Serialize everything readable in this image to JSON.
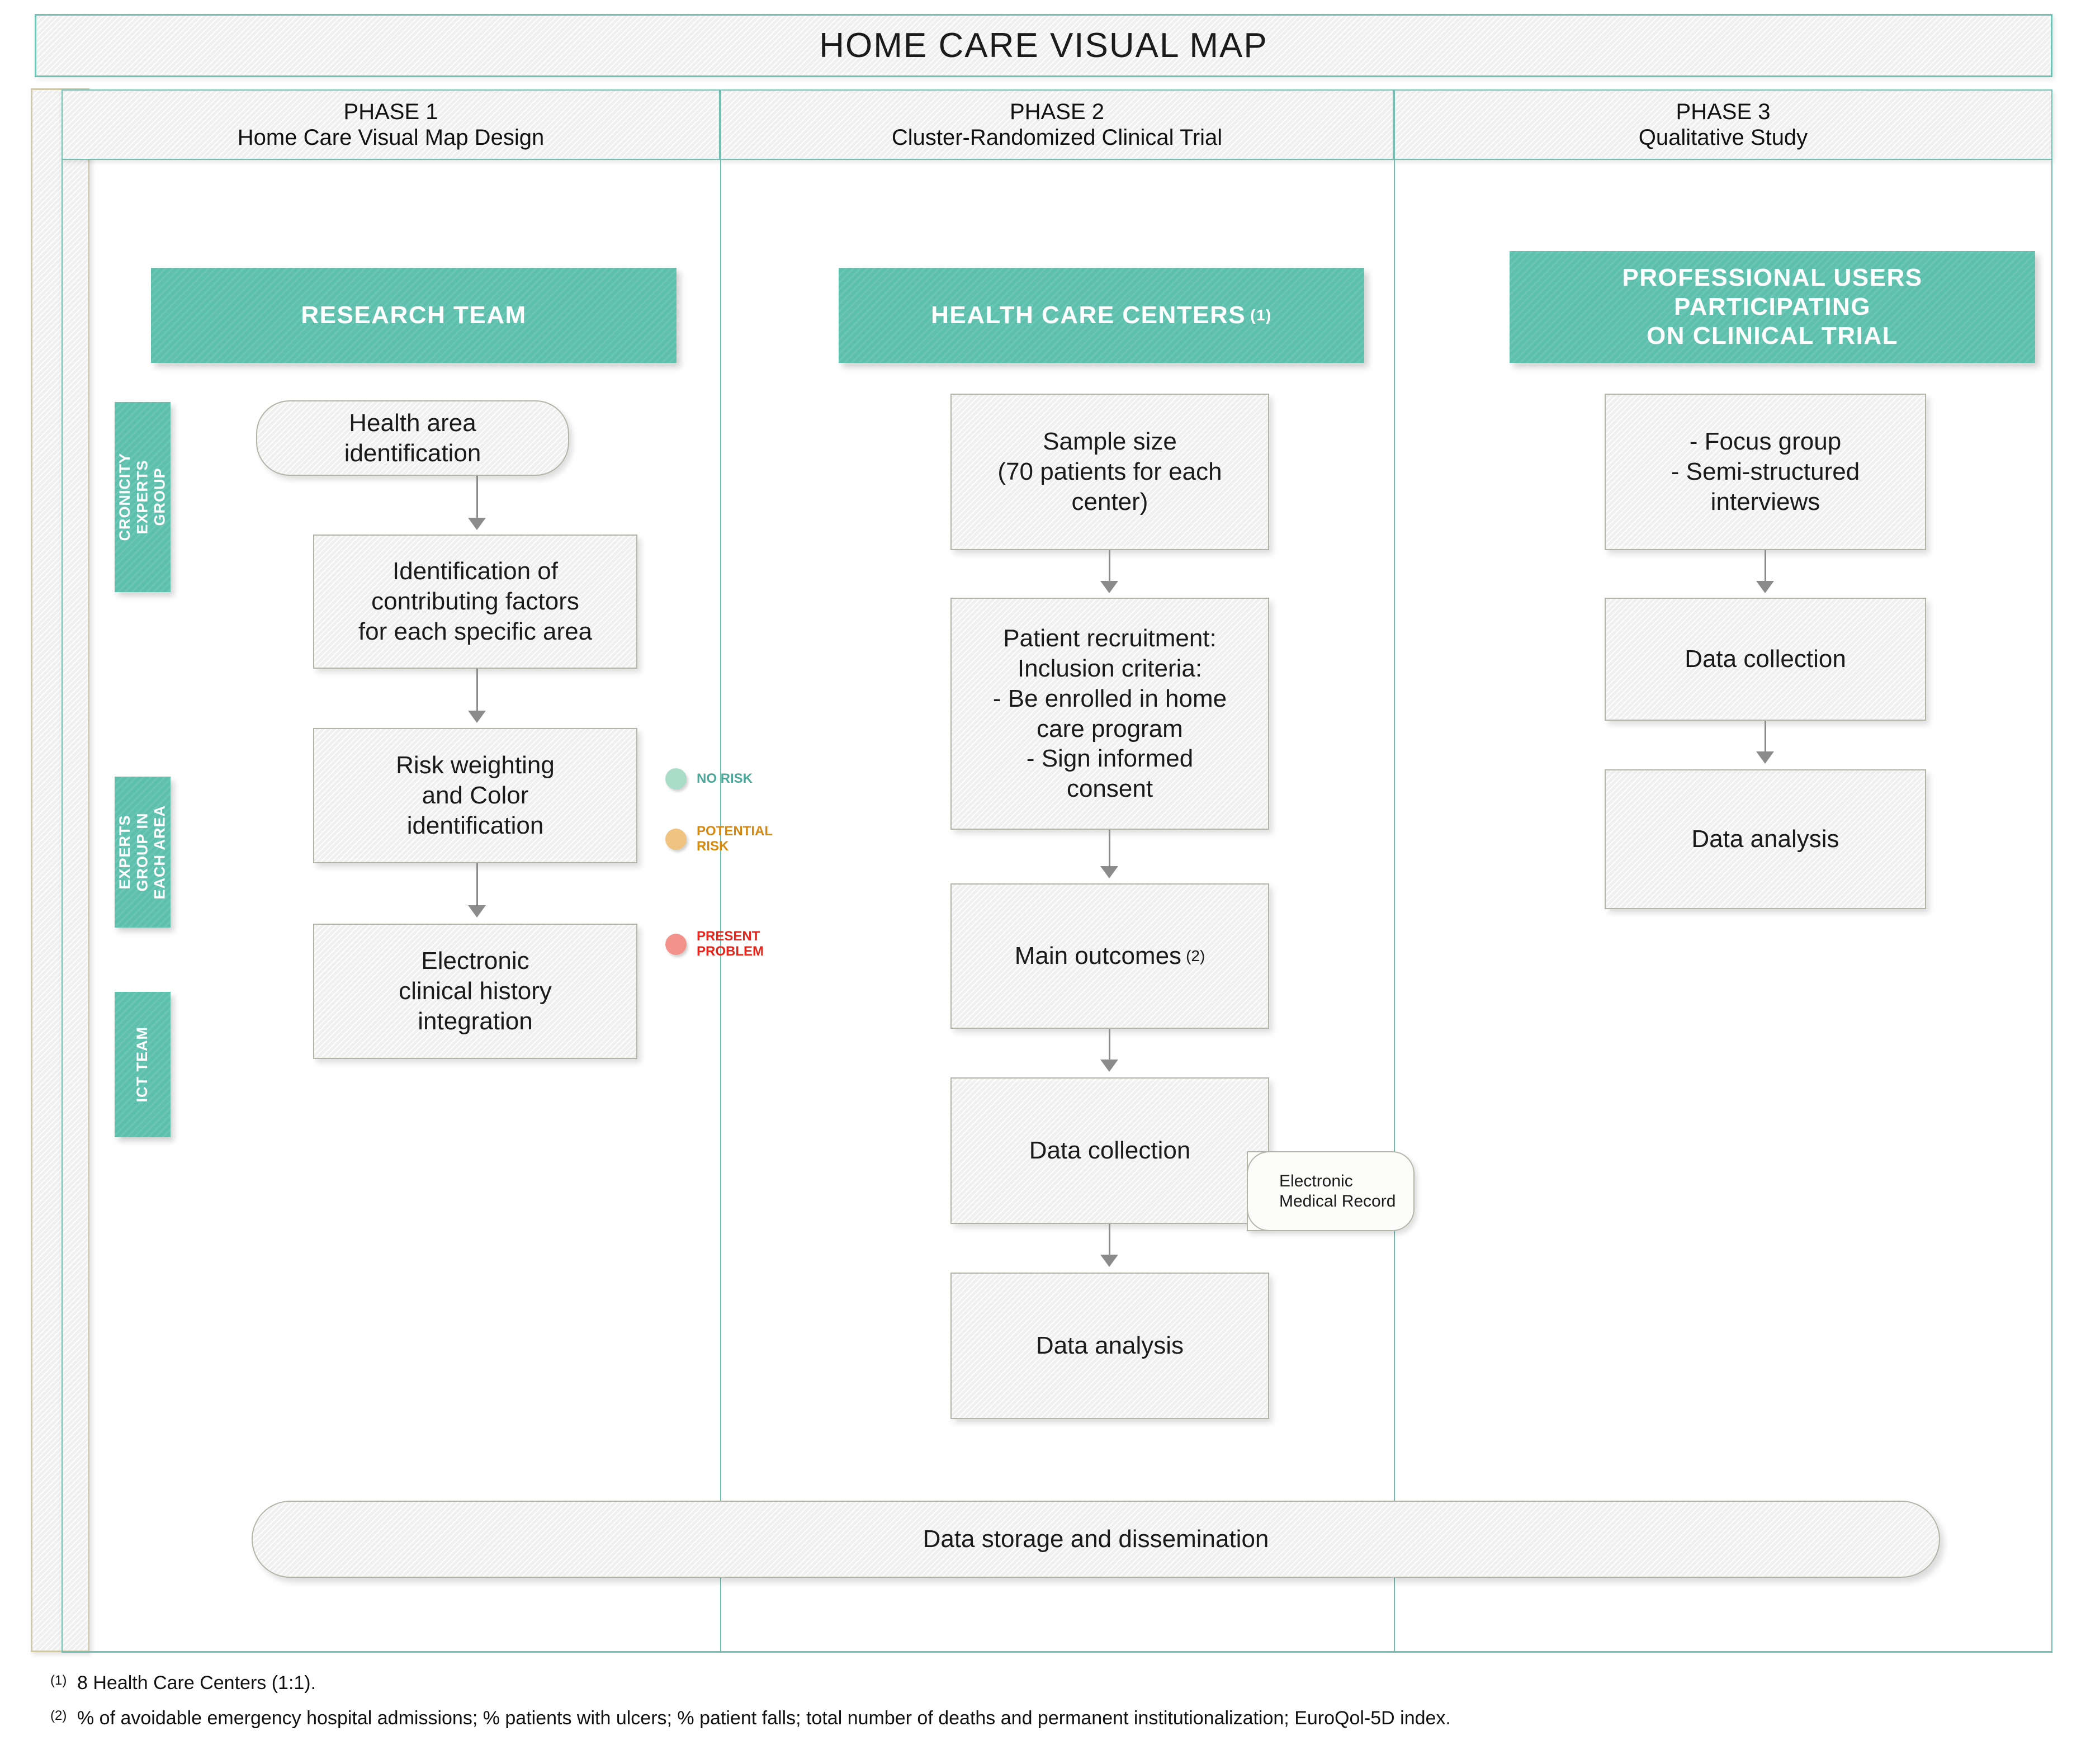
{
  "title": "HOME CARE VISUAL MAP",
  "phases": [
    {
      "number": "PHASE 1",
      "name": "Home Care Visual Map Design"
    },
    {
      "number": "PHASE 2",
      "name": "Cluster-Randomized Clinical Trial"
    },
    {
      "number": "PHASE 3",
      "name": "Qualitative Study"
    }
  ],
  "phase1": {
    "group_header": "RESEARCH TEAM",
    "side_labels": [
      "CRONICITY\nEXPERTS\nGROUP",
      "EXPERTS\nGROUP IN\nEACH AREA",
      "ICT TEAM"
    ],
    "steps": [
      "Health area\nidentification",
      "Identification of\ncontributing factors\nfor each specific area",
      "Risk weighting\nand Color\nidentification",
      "Electronic\nclinical history\nintegration"
    ],
    "legend": {
      "title": "risk-color-legend",
      "items": [
        {
          "label": "NO RISK",
          "dot_color": "#a8dcc6",
          "text_color": "#4aa99a"
        },
        {
          "label": "POTENTIAL\nRISK",
          "dot_color": "#f0c381",
          "text_color": "#d68910"
        },
        {
          "label": "PRESENT\nPROBLEM",
          "dot_color": "#f2928b",
          "text_color": "#e8241a"
        }
      ]
    }
  },
  "phase2": {
    "group_header": "HEALTH CARE CENTERS",
    "group_header_note": "(1)",
    "steps": [
      "Sample size\n(70 patients for each\ncenter)",
      "Patient recruitment:\nInclusion criteria:\n-  Be enrolled in home\ncare program\n-  Sign informed\nconsent",
      "Main outcomes",
      "Data collection",
      "Data analysis"
    ],
    "main_outcomes_note": "(2)",
    "datastore": "Electronic\nMedical Record"
  },
  "phase3": {
    "group_header": "PROFESSIONAL USERS\nPARTICIPATING\nON CLINICAL TRIAL",
    "steps": [
      "- Focus group\n- Semi-structured\ninterviews",
      "Data collection",
      "Data analysis"
    ]
  },
  "storage_bar": "Data storage and dissemination",
  "footnotes": [
    {
      "mark": "(1)",
      "text": "8 Health Care Centers (1:1)."
    },
    {
      "mark": "(2)",
      "text": "% of avoidable emergency hospital admissions; % patients with ulcers; % patient falls; total number of deaths and permanent institutionalization; EuroQol-5D index."
    }
  ],
  "colors": {
    "teal": "#5cc0ad",
    "teal_line": "#72bfb3",
    "panel": "#f0f0f0",
    "box_border": "#b3b5a8",
    "beige": "#cfc9a8"
  }
}
